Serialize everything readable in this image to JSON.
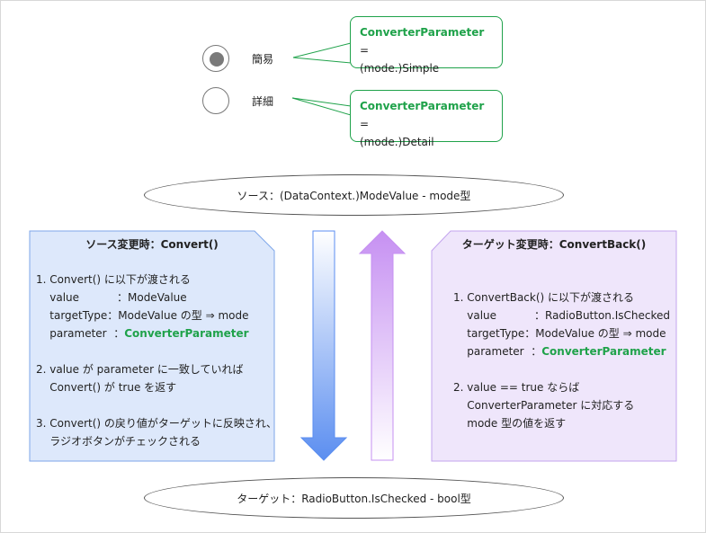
{
  "options": [
    {
      "label": "簡易",
      "selected": true,
      "param_name": "ConverterParameter",
      "param_eq": " =",
      "param_value": "(mode.)Simple"
    },
    {
      "label": "詳細",
      "selected": false,
      "param_name": "ConverterParameter",
      "param_eq": " =",
      "param_value": "(mode.)Detail"
    }
  ],
  "source_label": "ソース：(DataContext.)ModeValue - mode型",
  "target_label": "ターゲット：RadioButton.IsChecked - bool型",
  "convert_panel": {
    "title": "ソース変更時：Convert()",
    "lines": [
      {
        "text": "1. Convert() に以下が渡される"
      },
      {
        "text": "    value           ：ModeValue"
      },
      {
        "text": "    targetType：ModeValue の型 ⇒ mode"
      },
      {
        "text": "    parameter  ：",
        "hl": "ConverterParameter"
      },
      {
        "text": ""
      },
      {
        "text": "2. value が parameter に一致していれば"
      },
      {
        "text": "    Convert() が true を返す"
      },
      {
        "text": ""
      },
      {
        "text": "3. Convert() の戻り値がターゲットに反映され、"
      },
      {
        "text": "    ラジオボタンがチェックされる"
      }
    ]
  },
  "convertback_panel": {
    "title": "ターゲット変更時：ConvertBack()",
    "lines": [
      {
        "text": "1. ConvertBack() に以下が渡される"
      },
      {
        "text": "    value           ：RadioButton.IsChecked"
      },
      {
        "text": "    targetType：ModeValue の型 ⇒ mode"
      },
      {
        "text": "    parameter  ：",
        "hl": "ConverterParameter"
      },
      {
        "text": ""
      },
      {
        "text": "2. value == true ならば"
      },
      {
        "text": "    ConverterParameter に対応する"
      },
      {
        "text": "    mode 型の値を返す"
      }
    ]
  },
  "colors": {
    "green": "#1fa24a",
    "blue_panel_fill": "#dde8fb",
    "blue_panel_stroke": "#7ea6ea",
    "purple_panel_fill": "#efe6fb",
    "purple_panel_stroke": "#c3a4ee",
    "down_arrow": "#5b8ef0",
    "up_arrow": "#c690f2"
  }
}
